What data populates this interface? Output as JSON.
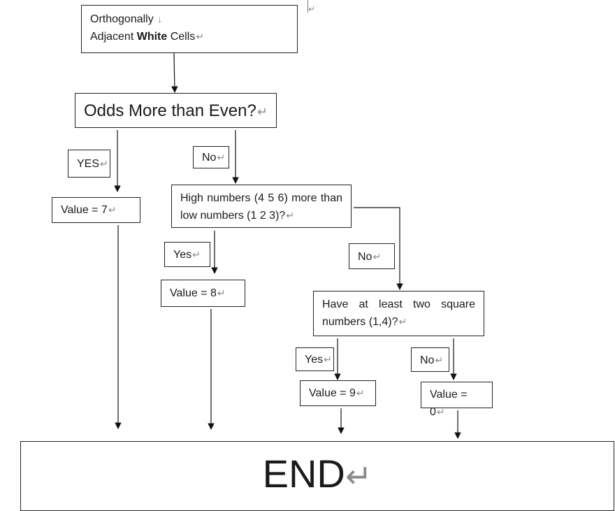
{
  "start": {
    "line1": "Orthogonally",
    "line2_pre": "Adjacent",
    "line2_bold": "White",
    "line2_post": "Cells"
  },
  "q1": {
    "text": "Odds More than Even?"
  },
  "q2": {
    "text": "High numbers (4 5 6) more than low numbers (1 2 3)?"
  },
  "q3": {
    "text": "Have at least two square numbers (1,4)?"
  },
  "labels": {
    "q1_yes": "YES",
    "q1_no": "No",
    "q2_yes": "Yes",
    "q2_no": "No",
    "q3_yes": "Yes",
    "q3_no": "No"
  },
  "results": {
    "v7": "Value = 7",
    "v8": "Value = 8",
    "v9": "Value = 9",
    "v0": "Value = 0"
  },
  "end": {
    "text": "END"
  },
  "marks": {
    "paragraph": "↵",
    "line_break": "↓"
  }
}
